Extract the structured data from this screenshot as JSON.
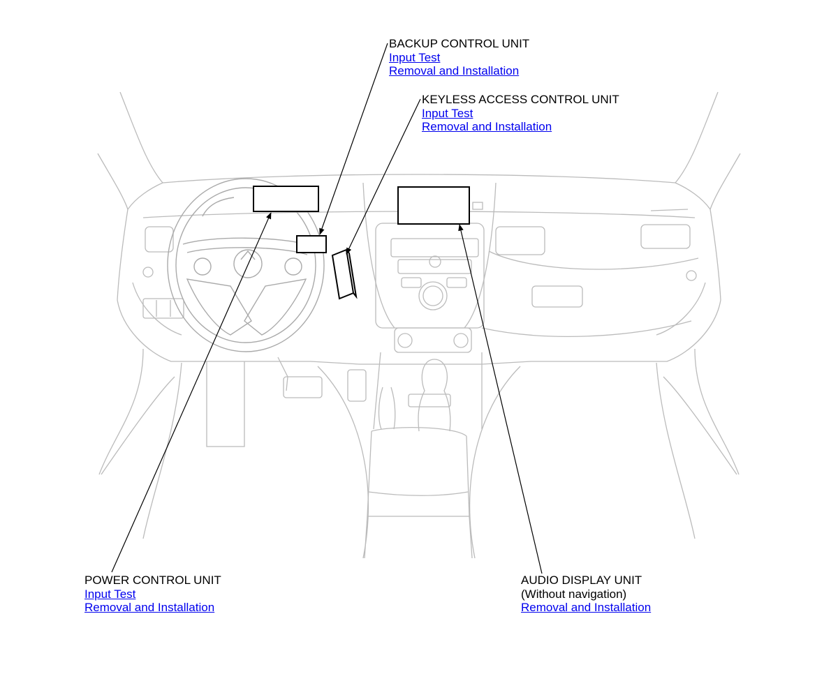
{
  "callouts": {
    "backup_control_unit": {
      "title": "BACKUP CONTROL UNIT",
      "links": [
        "Input Test",
        "Removal and Installation"
      ]
    },
    "keyless_access_control_unit": {
      "title": "KEYLESS ACCESS CONTROL UNIT",
      "links": [
        "Input Test",
        "Removal and Installation"
      ]
    },
    "power_control_unit": {
      "title": "POWER CONTROL UNIT",
      "links": [
        "Input Test",
        "Removal and Installation"
      ]
    },
    "audio_display_unit": {
      "title": "AUDIO DISPLAY UNIT",
      "note": "(Without navigation)",
      "links": [
        "Removal and Installation"
      ]
    }
  },
  "colors": {
    "link": "#0000ee",
    "component_outline": "#000000",
    "vehicle_outline": "#bbbbbb",
    "text": "#000000"
  }
}
